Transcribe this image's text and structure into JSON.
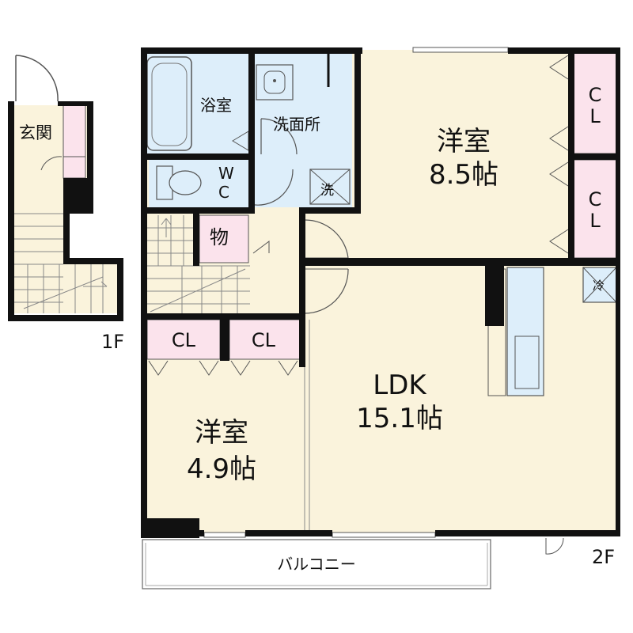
{
  "floors": {
    "first": "1F",
    "second": "2F"
  },
  "rooms": {
    "entrance": "玄関",
    "bath": "浴室",
    "washroom": "洗面所",
    "wc_1": "W",
    "wc_2": "C",
    "storage": "物",
    "washer": "洗",
    "fridge": "冷",
    "bedroom_main_name": "洋室",
    "bedroom_main_size": "8.5帖",
    "bedroom_small_name": "洋室",
    "bedroom_small_size": "4.9帖",
    "ldk_name": "LDK",
    "ldk_size": "15.1帖",
    "closet_1_top": "C",
    "closet_1_bottom": "L",
    "closet_2_top": "C",
    "closet_2_bottom": "L",
    "closet_3": "CL",
    "closet_4": "CL",
    "balcony": "バルコニー"
  },
  "colors": {
    "wall": "#111111",
    "room_floor": "#faf3dc",
    "wet_area": "#ddeefa",
    "closet": "#fbe3ec",
    "outline": "#555555"
  }
}
